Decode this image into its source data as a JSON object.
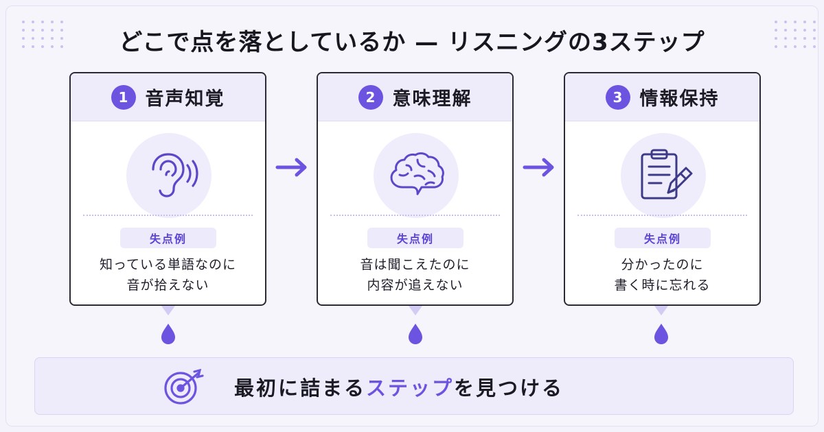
{
  "title": "どこで点を落としているか — リスニングの3ステップ",
  "steps": [
    {
      "number": "1",
      "title": "音声知覚",
      "icon": "ear-icon",
      "pill": "失点例",
      "desc_line1": "知っている単語なのに",
      "desc_line2": "音が拾えない"
    },
    {
      "number": "2",
      "title": "意味理解",
      "icon": "brain-icon",
      "pill": "失点例",
      "desc_line1": "音は聞こえたのに",
      "desc_line2": "内容が追えない"
    },
    {
      "number": "3",
      "title": "情報保持",
      "icon": "clipboard-pencil-icon",
      "pill": "失点例",
      "desc_line1": "分かったのに",
      "desc_line2": "書く時に忘れる"
    }
  ],
  "banner": {
    "icon": "target-icon",
    "text_before": "最初に詰まる",
    "text_highlight": "ステップ",
    "text_after": "を見つける"
  },
  "colors": {
    "accent": "#6c53e0",
    "panel": "#eeebfb",
    "border": "#2a2a35"
  }
}
